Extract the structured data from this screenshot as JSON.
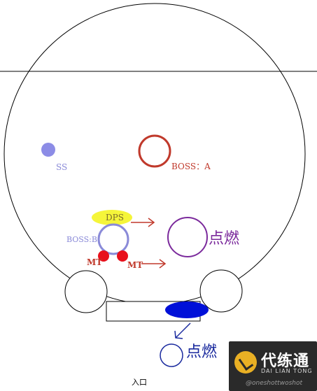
{
  "labels": {
    "ss": "SS",
    "boss_a": "BOSS：A",
    "boss_b": "BOSS:B",
    "dps": "DPS",
    "mt_left": "MT",
    "mt_right": "MT",
    "ignite_upper": "点燃",
    "ignite_lower": "点燃",
    "entrance": "入口"
  },
  "watermark": {
    "name": "代练通",
    "pinyin": "DAI LIAN TONG",
    "handle": "@oneshottwoshot"
  },
  "colors": {
    "outline": "#000000",
    "boss_a": "#c0392b",
    "boss_b": "#8a8ad8",
    "ss_dot": "#8c8ce6",
    "dps_blob": "#f5f53a",
    "mt_dot": "#e8101c",
    "red_arrow": "#c0392b",
    "ignite_circle": "#7b2a9c",
    "ignite_text": "#7b2a9c",
    "lower_circle": "#1a2a9e",
    "lower_text": "#1a2a9e",
    "blue_blob": "#0010d8",
    "blue_arrow": "#1a2a9e"
  }
}
